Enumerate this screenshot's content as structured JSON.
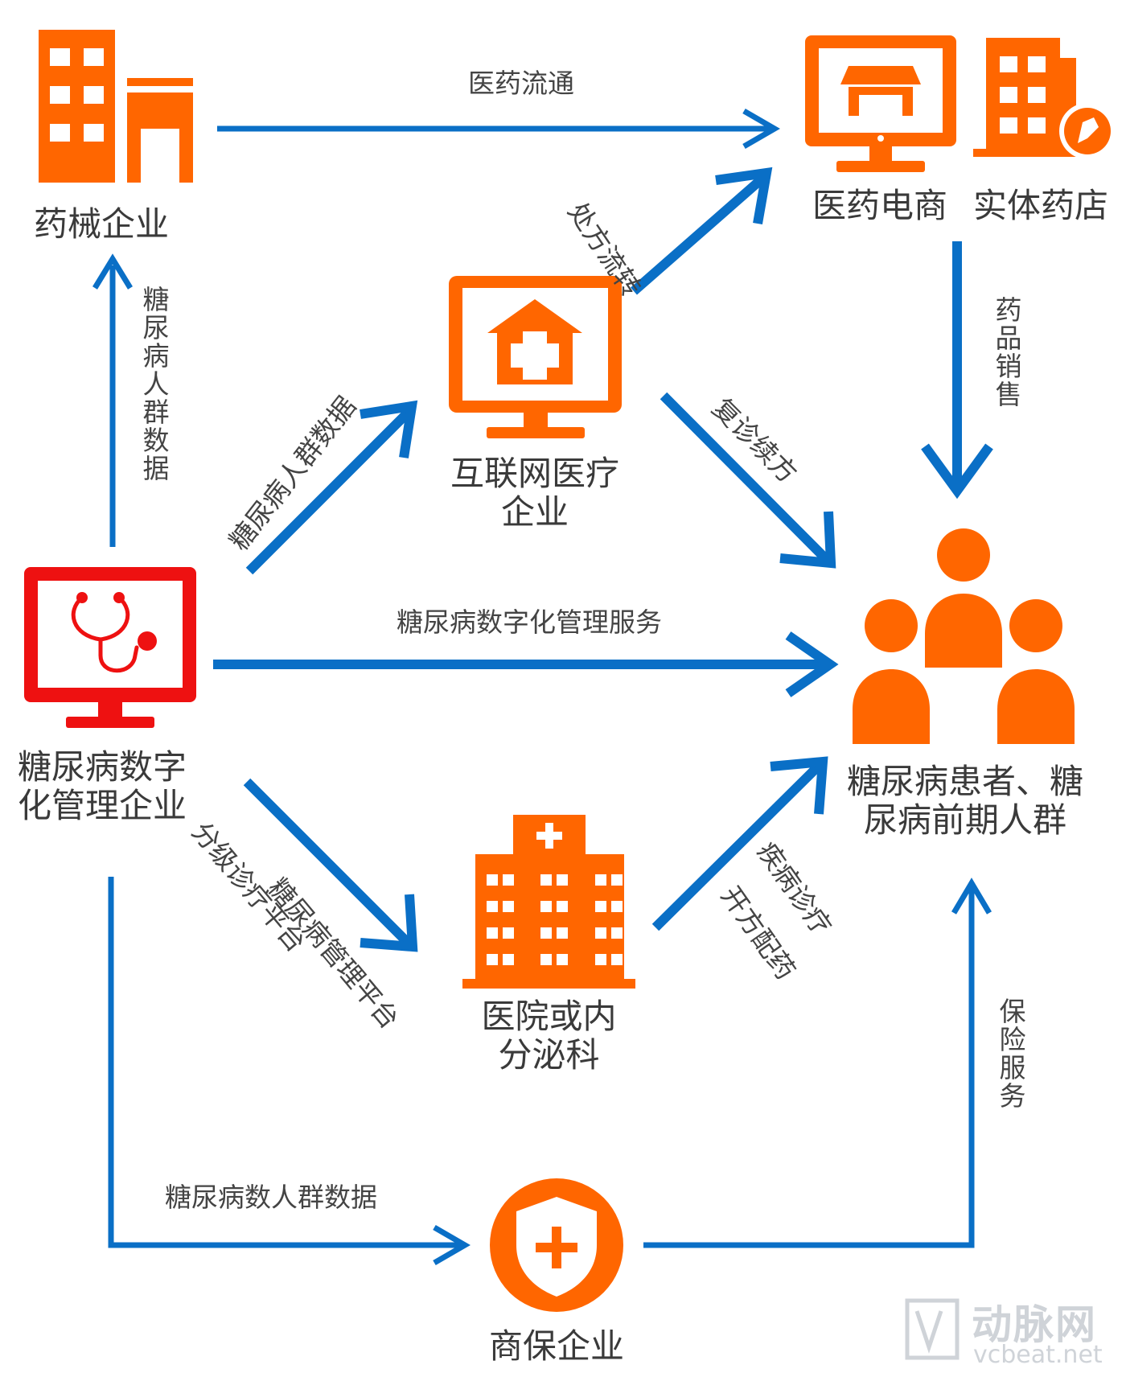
{
  "colors": {
    "orange": "#ff6600",
    "red": "#ee1111",
    "arrow_blue": "#0a6fc6",
    "watermark": "#cfd3d8"
  },
  "nodes": {
    "pharma": "药械企业",
    "ecommerce": "医药电商",
    "pharmacy": "实体药店",
    "internet_medical": [
      "互联网医疗",
      "企业"
    ],
    "diabetes_mgmt": [
      "糖尿病数字",
      "化管理企业"
    ],
    "patients": [
      "糖尿病患者、糖",
      "尿病前期人群"
    ],
    "hospital": [
      "医院或内",
      "分泌科"
    ],
    "insurance": "商保企业"
  },
  "edges": {
    "distribution": "医药流通",
    "prescription_flow": "处方流转",
    "drug_sales": "药品销售",
    "population_data_up": "糖尿病人群数据",
    "population_data_diag": "糖尿病人群数据",
    "followup": "复诊续方",
    "digital_service": "糖尿病数字化管理服务",
    "tiered_platform_1": "分级诊疗平台",
    "tiered_platform_2": "糖尿病管理平台",
    "treatment_1": "疾病诊疗",
    "treatment_2": "开方配药",
    "population_data_bottom": "糖尿病数人群数据",
    "insurance_service": "保险服务"
  },
  "icons": {
    "pharma": "factory-building-icon",
    "ecommerce": "online-shop-monitor-icon",
    "pharmacy": "pharmacy-building-icon",
    "internet_medical": "telemedicine-monitor-icon",
    "diabetes_mgmt": "stethoscope-monitor-icon",
    "patients": "people-group-icon",
    "hospital": "hospital-building-icon",
    "insurance": "insurance-shield-icon"
  },
  "watermark": {
    "cn": "动脉网",
    "en": "vcbeat.net"
  }
}
